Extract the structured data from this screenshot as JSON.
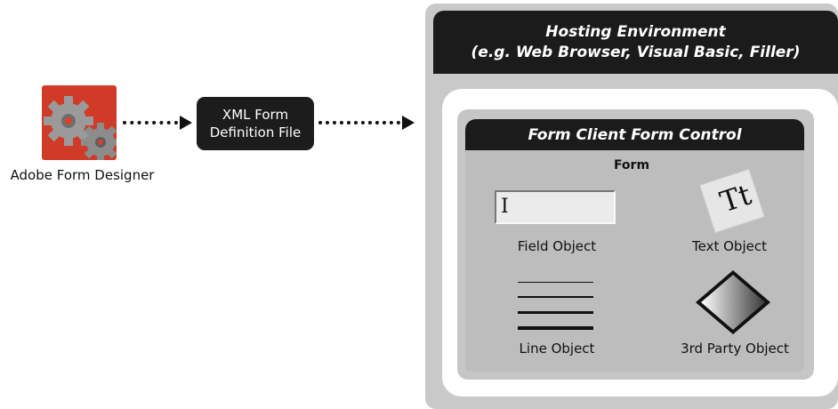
{
  "designer": {
    "label": "Adobe Form Designer",
    "icon": "gears-icon"
  },
  "xml_file": {
    "line1": "XML Form",
    "line2": "Definition File"
  },
  "hosting": {
    "title": "Hosting Environment",
    "subtitle": "(e.g. Web Browser, Visual Basic, Filler)"
  },
  "form_control": {
    "title": "Form Client Form Control",
    "form_label": "Form",
    "objects": {
      "field": "Field Object",
      "text": "Text Object",
      "line": "Line Object",
      "third_party": "3rd Party Object"
    },
    "text_icon_glyph": "Tt",
    "cursor_glyph": "I"
  },
  "colors": {
    "dark": "#1b1b1b",
    "panel_gray": "#c6c6c6",
    "host_gray": "#c9c9c9",
    "gear_red": "#d8402a"
  }
}
